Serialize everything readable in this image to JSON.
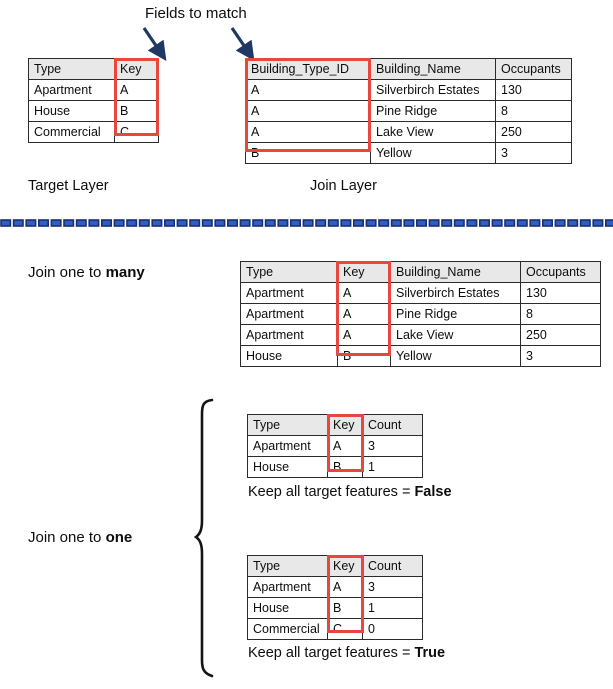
{
  "diagram": {
    "title": "Fields to match",
    "divider": {
      "color": "#2f5fc4",
      "outline": "#1b2f6e"
    },
    "arrow_color": "#1f3864",
    "highlight_color": "#e8473f",
    "header_fill": "#e8e8e8"
  },
  "target_layer": {
    "caption": "Target Layer",
    "columns": [
      "Type",
      "Key"
    ],
    "rows": [
      [
        "Apartment",
        "A"
      ],
      [
        "House",
        "B"
      ],
      [
        "Commercial",
        "C"
      ]
    ]
  },
  "join_layer": {
    "caption": "Join Layer",
    "columns": [
      "Building_Type_ID",
      "Building_Name",
      "Occupants"
    ],
    "rows": [
      [
        "A",
        "Silverbirch Estates",
        "130"
      ],
      [
        "A",
        "Pine Ridge",
        "8"
      ],
      [
        "A",
        "Lake View",
        "250"
      ],
      [
        "B",
        "Yellow",
        "3"
      ]
    ]
  },
  "one_to_many": {
    "label_prefix": "Join one to ",
    "label_emphasis": "many",
    "columns": [
      "Type",
      "Key",
      "Building_Name",
      "Occupants"
    ],
    "rows": [
      [
        "Apartment",
        "A",
        "Silverbirch Estates",
        "130"
      ],
      [
        "Apartment",
        "A",
        "Pine Ridge",
        "8"
      ],
      [
        "Apartment",
        "A",
        "Lake View",
        "250"
      ],
      [
        "House",
        "B",
        "Yellow",
        "3"
      ]
    ]
  },
  "one_to_one": {
    "label_prefix": "Join one to ",
    "label_emphasis": "one",
    "result_false": {
      "columns": [
        "Type",
        "Key",
        "Count"
      ],
      "rows": [
        [
          "Apartment",
          "A",
          "3"
        ],
        [
          "House",
          "B",
          "1"
        ]
      ],
      "caption_prefix": "Keep all target features = ",
      "caption_emphasis": "False"
    },
    "result_true": {
      "columns": [
        "Type",
        "Key",
        "Count"
      ],
      "rows": [
        [
          "Apartment",
          "A",
          "3"
        ],
        [
          "House",
          "B",
          "1"
        ],
        [
          "Commercial",
          "C",
          "0"
        ]
      ],
      "caption_prefix": "Keep all target features = ",
      "caption_emphasis": "True"
    }
  }
}
